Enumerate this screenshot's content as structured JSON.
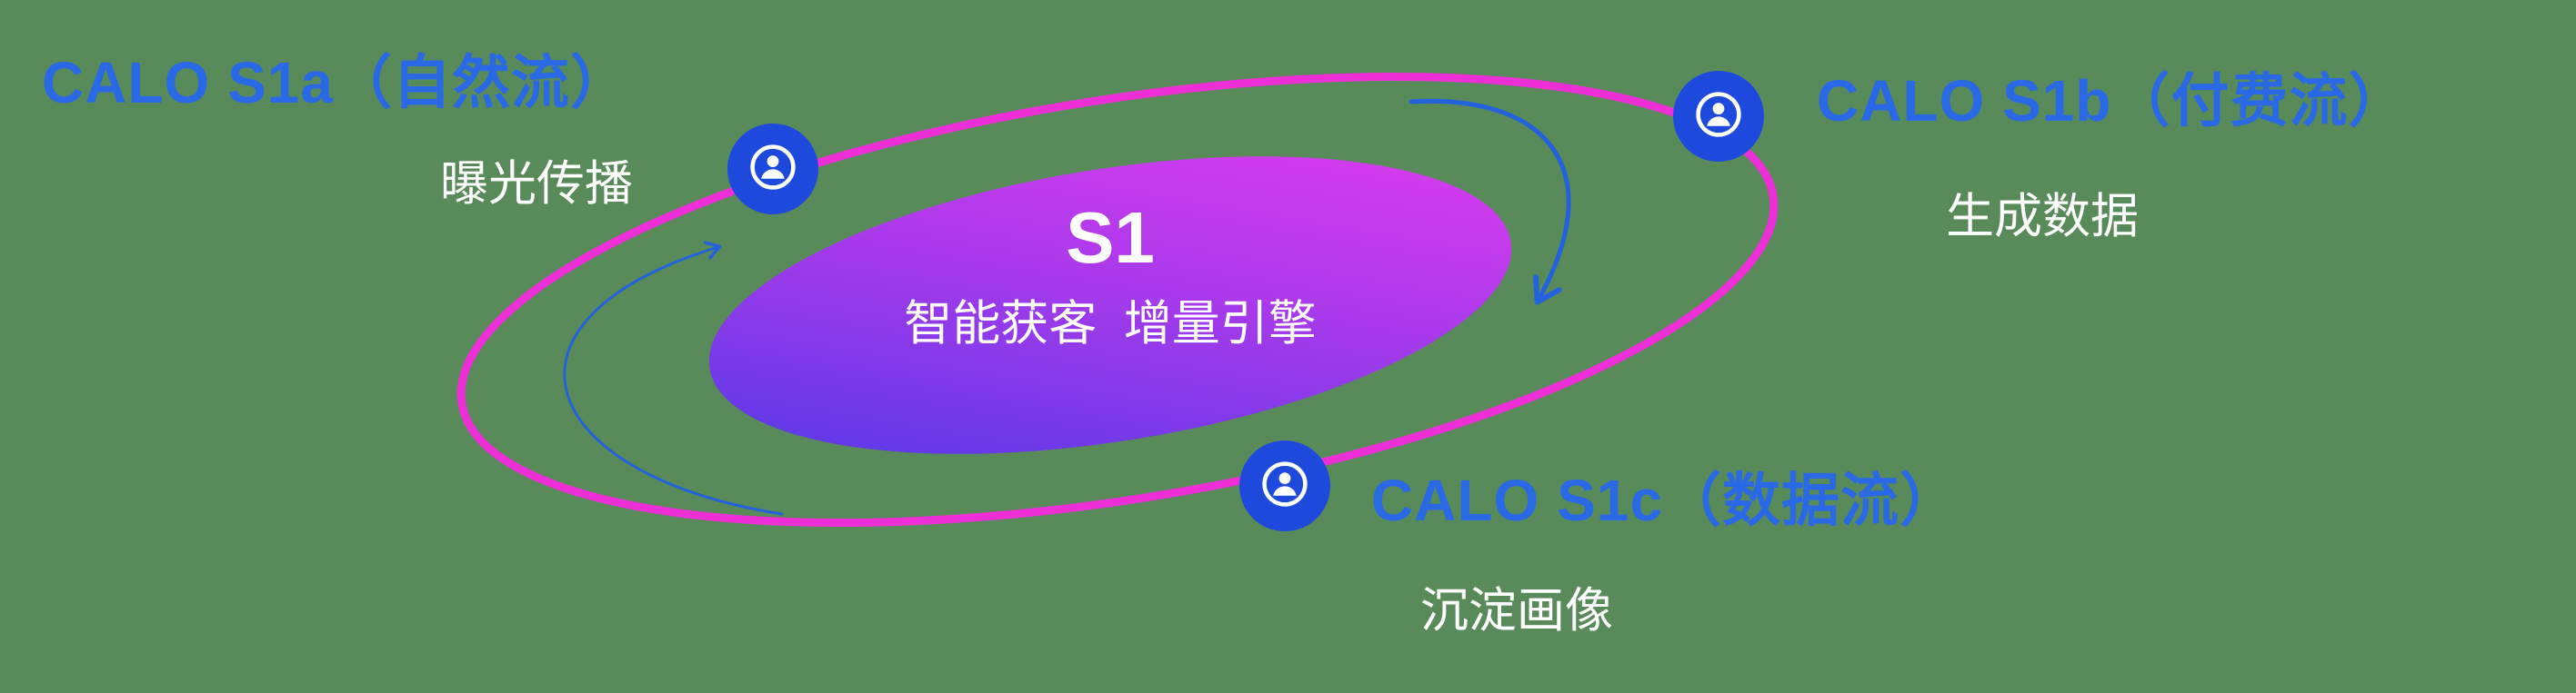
{
  "background": "#598a59",
  "core": {
    "title": "S1",
    "subtitle": "智能获客  增量引擎",
    "gradient_from": "#4a39e6",
    "gradient_to": "#e53cf0"
  },
  "orbit": {
    "ring_color": "#ee2ed6",
    "arrow_color": "#2263dd"
  },
  "nodes": [
    {
      "id": "s1a",
      "title": "CALO S1a（自然流）",
      "subtitle": "曝光传播",
      "icon": "person-icon"
    },
    {
      "id": "s1b",
      "title": "CALO S1b（付费流）",
      "subtitle": "生成数据",
      "icon": "person-icon"
    },
    {
      "id": "s1c",
      "title": "CALO S1c（数据流）",
      "subtitle": "沉淀画像",
      "icon": "person-icon"
    }
  ],
  "colors": {
    "label_blue": "#2a69e5",
    "node_blue": "#1d49dd",
    "text_white": "#ffffff"
  }
}
